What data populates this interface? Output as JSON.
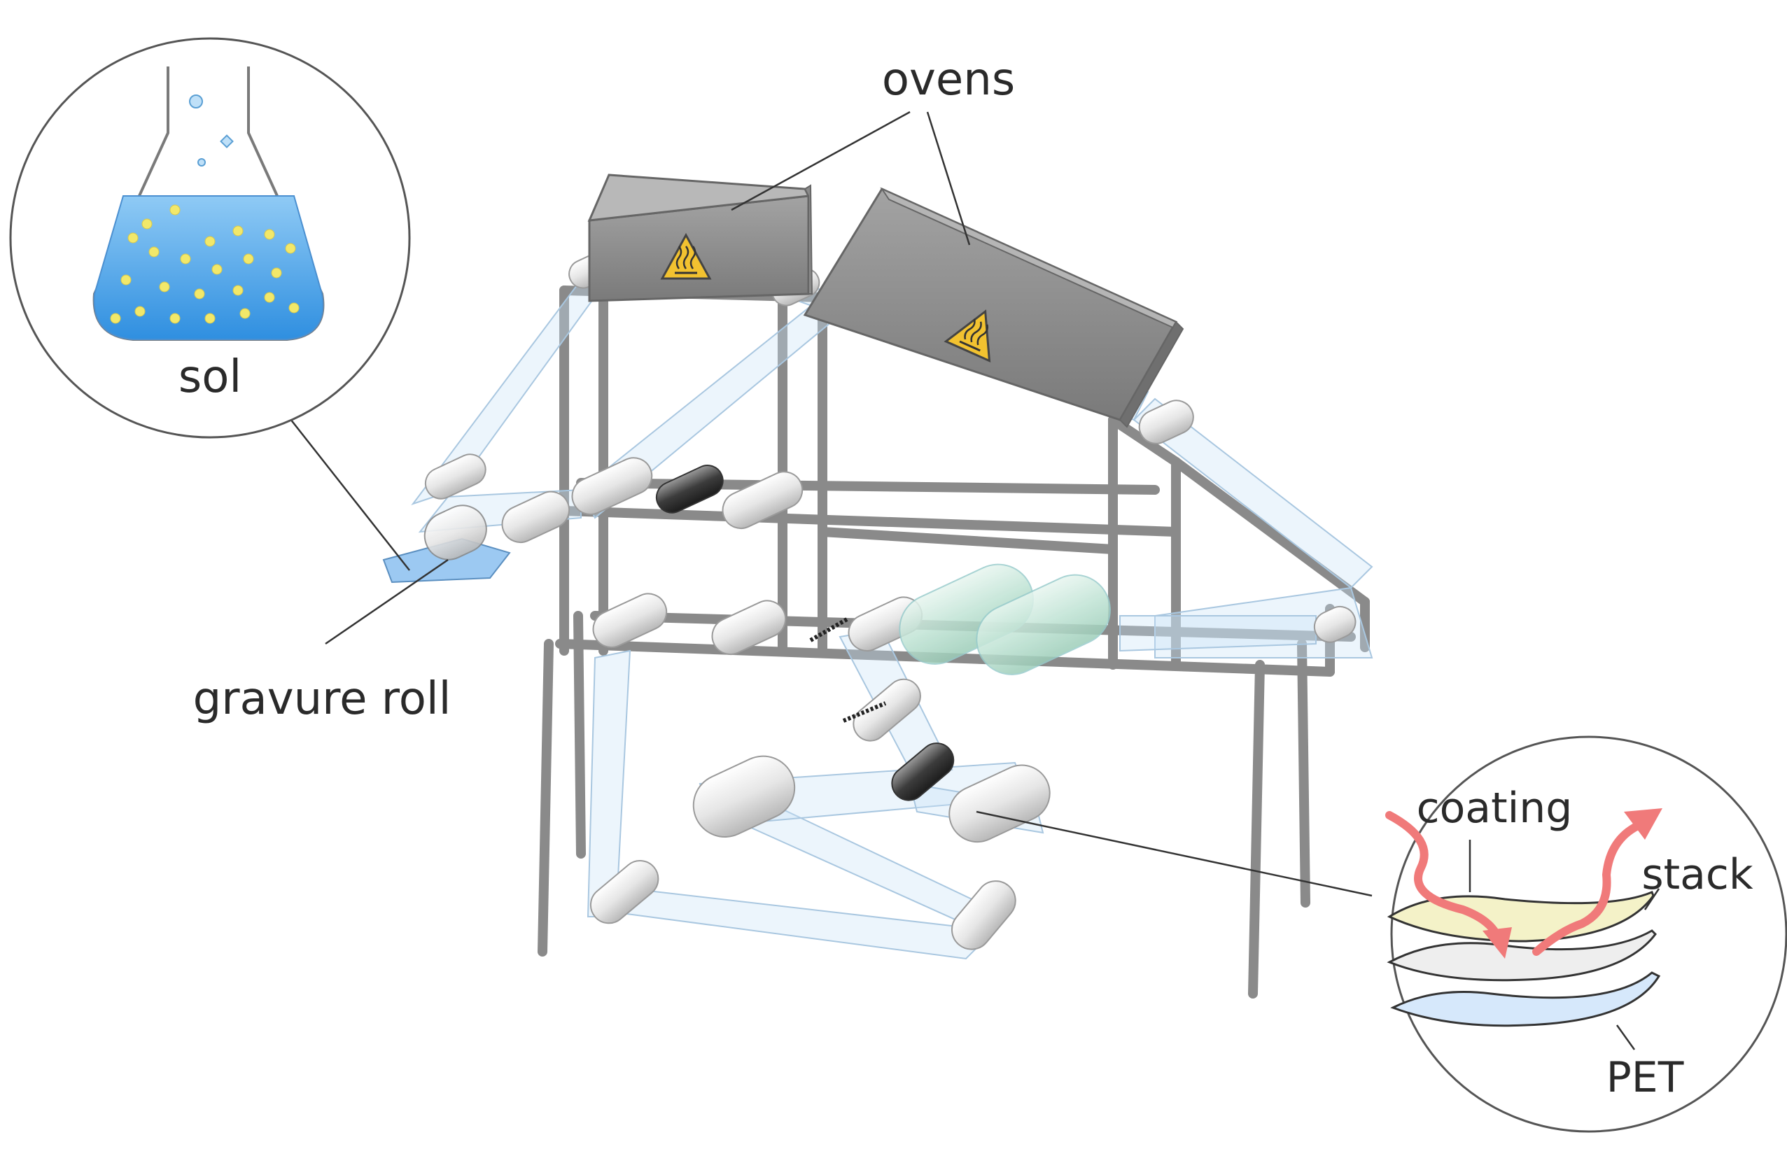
{
  "labels": {
    "ovens": "ovens",
    "sol": "sol",
    "gravure_roll": "gravure roll",
    "coating": "coating",
    "stack": "stack",
    "pet": "PET"
  },
  "colors": {
    "frame": "#8a8a8a",
    "oven": "#8c8c8c",
    "sol_liquid": "#4aa3e8",
    "particles": "#f2e86a",
    "warning": "#f2c230",
    "coating_layer": "#f4f2c8",
    "pet_layer": "#d6e8fb",
    "arrow": "#f07a7a"
  },
  "icons": {
    "flask": "erlenmeyer-flask-icon",
    "hot_surface": "hot-surface-warning-icon"
  }
}
